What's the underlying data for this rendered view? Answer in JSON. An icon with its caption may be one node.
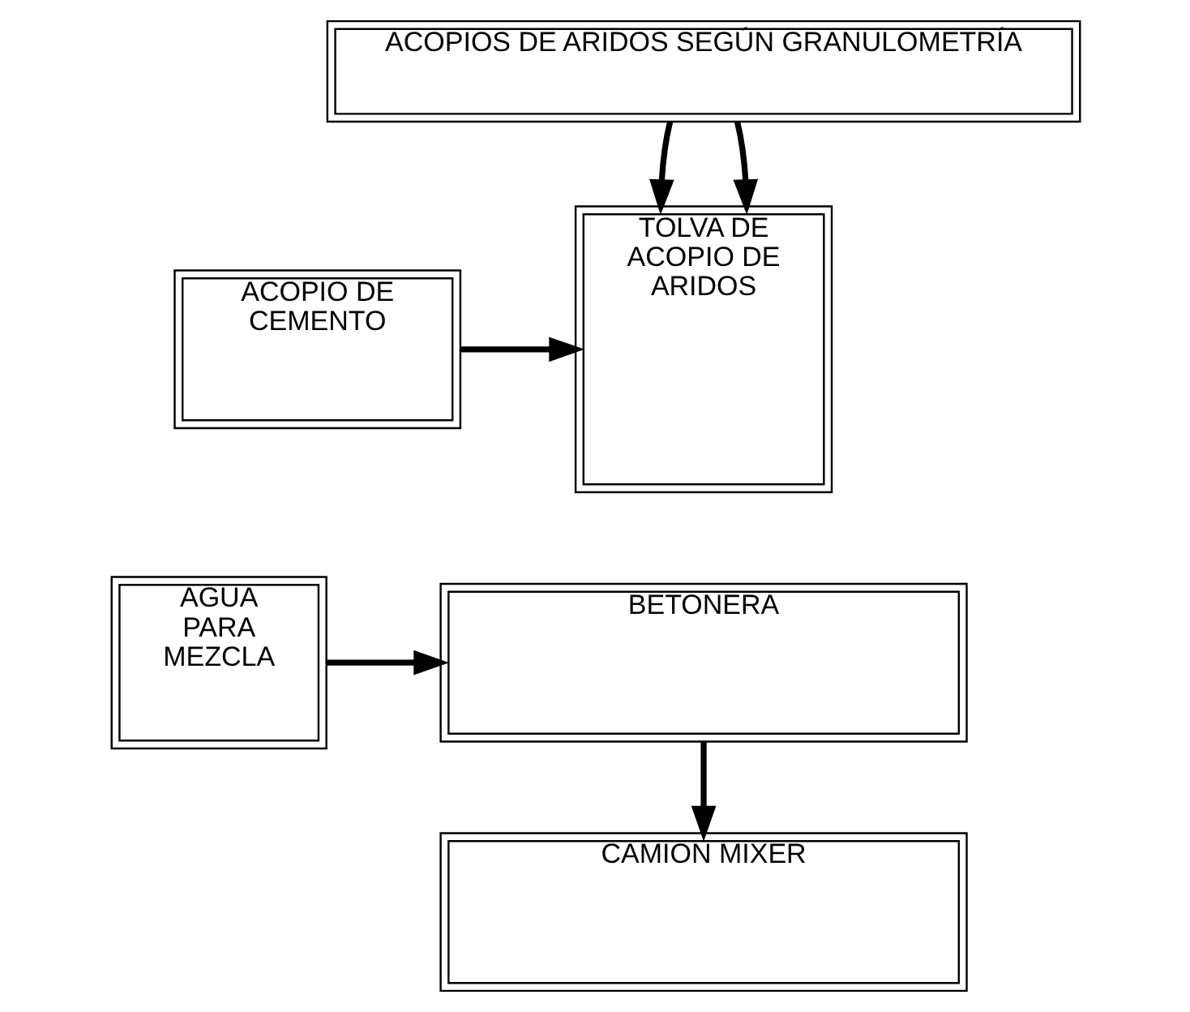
{
  "diagram": {
    "nodes": [
      {
        "text": [
          "ACOPIOS DE ARIDOS SEGÚN GRANULOMETRÍA"
        ]
      },
      {
        "text": [
          "ACOPIO DE CEMENTO"
        ]
      },
      {
        "text": [
          "TOLVA DE ACOPIO DE ARIDOS"
        ]
      },
      {
        "text": [
          "AGUA PARA MEZCLA"
        ]
      },
      {
        "text": [
          "BETONERA"
        ]
      },
      {
        "text": [
          "CAMION MIXER"
        ]
      }
    ],
    "edges": [
      {
        "from": 0,
        "to": 2,
        "arrow": "to"
      },
      {
        "from": 0,
        "to": 2,
        "arrow": "to"
      },
      {
        "from": 1,
        "to": 2,
        "arrow": "to"
      },
      {
        "from": 3,
        "to": 4,
        "arrow": "to"
      },
      {
        "from": 4,
        "to": 5,
        "arrow": "to"
      }
    ]
  }
}
